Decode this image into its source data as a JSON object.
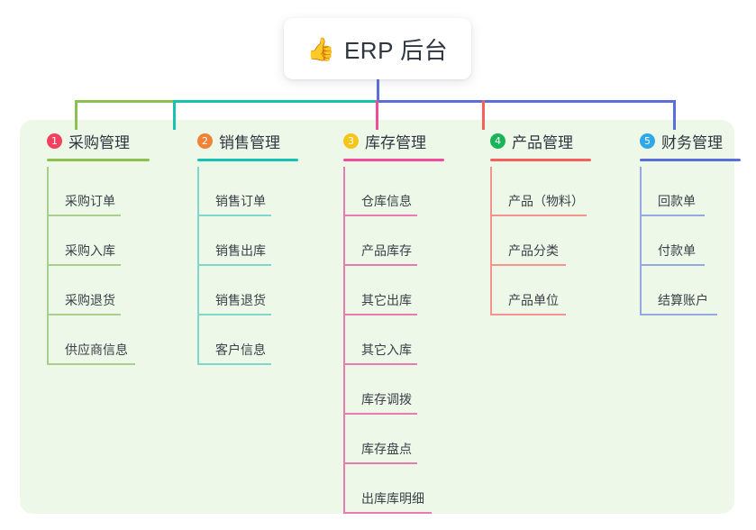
{
  "root": {
    "icon": "thumbs-up-icon",
    "emoji": "👍",
    "title": "ERP 后台"
  },
  "colors": {
    "panel_bg": "#eef8e9",
    "page_bg": "#ffffff",
    "green": "#8cc152",
    "teal": "#16c2b0",
    "pink": "#ee4d9b",
    "red": "#f4605c",
    "blue": "#5a6fd6",
    "badge1": "#f0415f",
    "badge2": "#f08237",
    "badge3": "#f5c518",
    "badge4": "#18b457",
    "badge5": "#2fa8e8",
    "leaf_green": "#a9cf8a",
    "leaf_teal": "#7fd6cd",
    "leaf_pink": "#e87bb0",
    "leaf_red": "#f5948f",
    "leaf_blue": "#95a8e0",
    "text": "#2f3640"
  },
  "columns": [
    {
      "index": "1",
      "title": "采购管理",
      "badge_color": "#f0415f",
      "rule_color": "#8cc152",
      "line_color": "#a9cf8a",
      "items": [
        "采购订单",
        "采购入库",
        "采购退货",
        "供应商信息"
      ]
    },
    {
      "index": "2",
      "title": "销售管理",
      "badge_color": "#f08237",
      "rule_color": "#16c2b0",
      "line_color": "#7fd6cd",
      "items": [
        "销售订单",
        "销售出库",
        "销售退货",
        "客户信息"
      ]
    },
    {
      "index": "3",
      "title": "库存管理",
      "badge_color": "#f5c518",
      "rule_color": "#ee4d9b",
      "line_color": "#e87bb0",
      "items": [
        "仓库信息",
        "产品库存",
        "其它出库",
        "其它入库",
        "库存调拨",
        "库存盘点",
        "出库库明细"
      ]
    },
    {
      "index": "4",
      "title": "产品管理",
      "badge_color": "#18b457",
      "rule_color": "#f4605c",
      "line_color": "#f5948f",
      "items": [
        "产品（物料）",
        "产品分类",
        "产品单位"
      ]
    },
    {
      "index": "5",
      "title": "财务管理",
      "badge_color": "#2fa8e8",
      "rule_color": "#5a6fd6",
      "line_color": "#95a8e0",
      "items": [
        "回款单",
        "付款单",
        "结算账户"
      ]
    }
  ]
}
